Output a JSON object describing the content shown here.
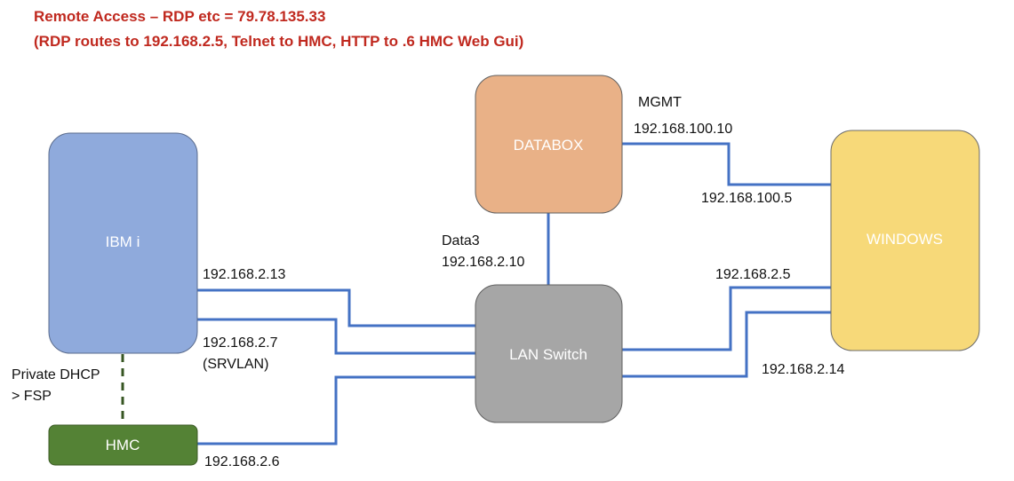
{
  "header": {
    "line1": "Remote Access – RDP etc = 79.78.135.33",
    "line2": "(RDP routes to 192.168.2.5,  Telnet to HMC, HTTP to .6 HMC Web Gui)"
  },
  "nodes": {
    "ibm_i": {
      "label": "IBM i"
    },
    "databox": {
      "label": "DATABOX"
    },
    "windows": {
      "label": "WINDOWS"
    },
    "lan_switch": {
      "label": "LAN Switch"
    },
    "hmc": {
      "label": "HMC"
    }
  },
  "labels": {
    "mgmt": "MGMT",
    "databox_mgmt_ip": "192.168.100.10",
    "windows_mgmt_ip": "192.168.100.5",
    "data3": "Data3",
    "databox_data_ip": "192.168.2.10",
    "ibm_i_ip_1": "192.168.2.13",
    "ibm_i_ip_2": "192.168.2.7",
    "srvlan": "(SRVLAN)",
    "private_dhcp": "Private DHCP",
    "fsp": "> FSP",
    "hmc_ip": "192.168.2.6",
    "windows_ip_1": "192.168.2.5",
    "windows_ip_2": "192.168.2.14"
  },
  "colors": {
    "header_red": "#c0291f",
    "link_blue": "#4472c4",
    "ibm_i_fill": "#8faadc",
    "databox_fill": "#e9b187",
    "windows_fill": "#f7d979",
    "switch_fill": "#a6a6a6",
    "hmc_fill": "#548235",
    "dhcp_green": "#375623"
  }
}
